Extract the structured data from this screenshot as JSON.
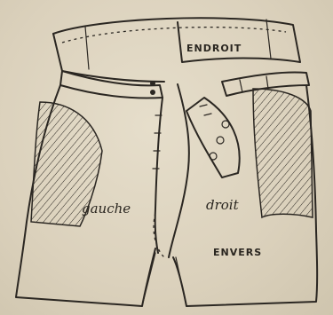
{
  "labels": {
    "endroit": "ENDROIT",
    "gauche": "gauche",
    "droit": "droit",
    "envers": "ENVERS"
  }
}
